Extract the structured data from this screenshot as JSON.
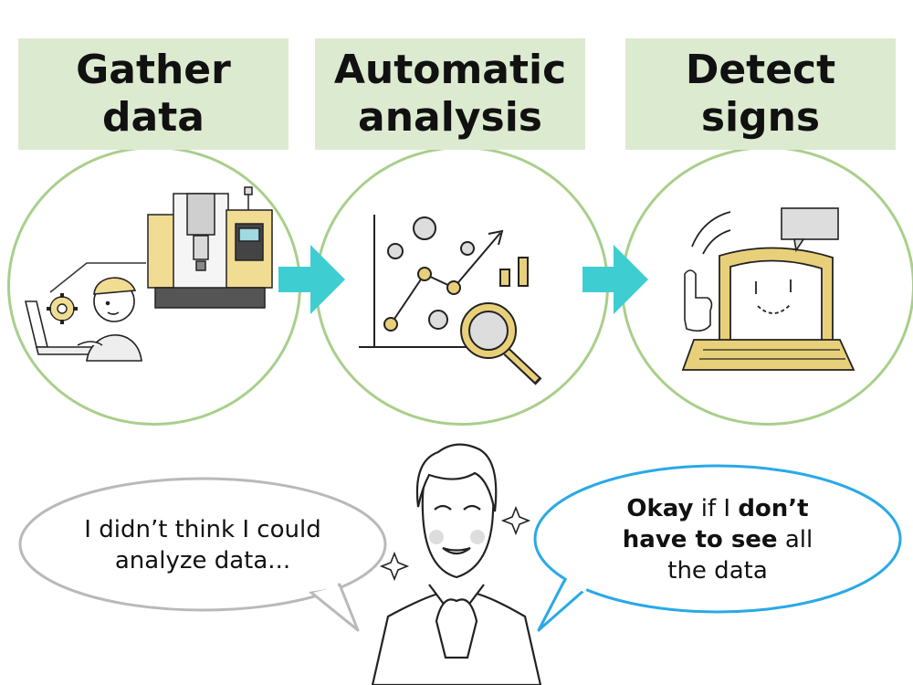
{
  "steps": [
    {
      "line1": "Gather",
      "line2": "data"
    },
    {
      "line1": "Automatic",
      "line2": "analysis"
    },
    {
      "line1": "Detect",
      "line2": "signs"
    }
  ],
  "bubble_left": {
    "line1": "I didn’t think I could",
    "line2": "analyze data..."
  },
  "bubble_right": {
    "line1_bold": "Okay",
    "line1_rest": " if I ",
    "line1_bold2": "don’t",
    "line2_bold": "have to see",
    "line2_rest": " all",
    "line3": "the data"
  },
  "colors": {
    "label_bg": "#dcebd0",
    "circle_border": "#a8cf8a",
    "arrow": "#3ecdd1",
    "accent_gold": "#e8d07a",
    "bubble_left_border": "#b9b9b9",
    "bubble_right_border": "#29a9e6"
  },
  "icons": [
    "factory-machine-icon",
    "laptop-icon",
    "gear-icon",
    "worker-icon",
    "scatter-chart-icon",
    "magnifier-icon",
    "computer-face-icon",
    "speech-bubble-icon",
    "finger-up-icon",
    "person-icon",
    "sparkle-icon"
  ]
}
